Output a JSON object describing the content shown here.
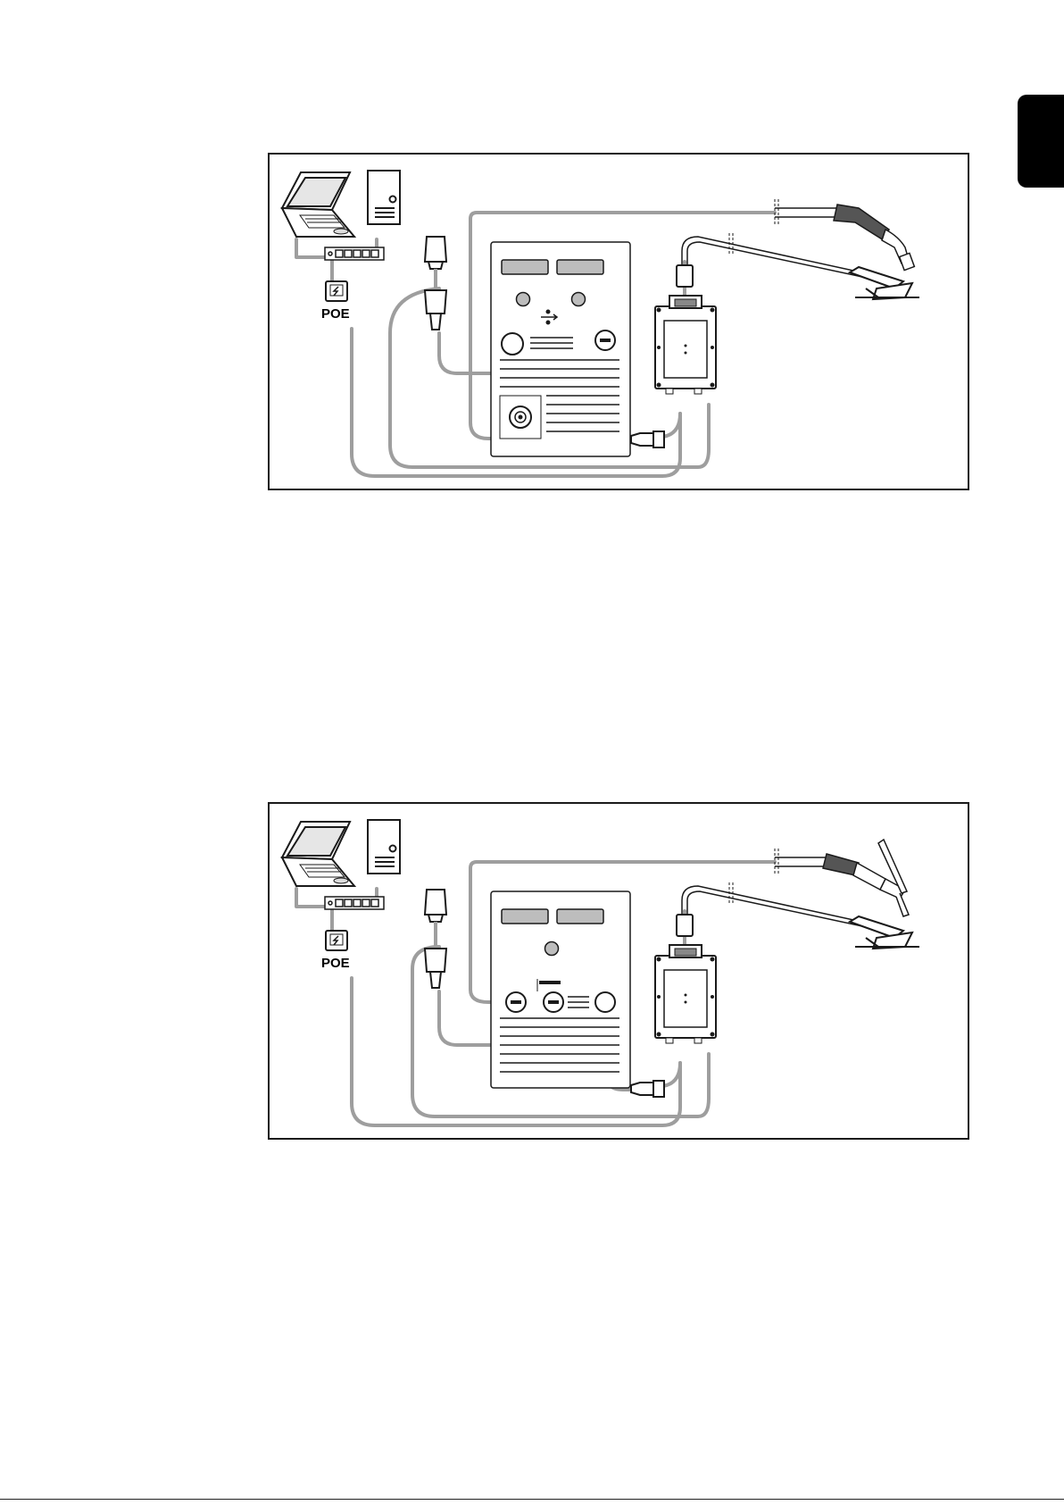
{
  "figures": [
    {
      "id": "fig-1",
      "variant": "mig-mag",
      "poe_label": "POE",
      "icons": [
        "laptop-icon",
        "pc-tower-icon",
        "network-switch-icon",
        "poe-injector-icon",
        "welding-power-source-icon",
        "interconnecting-cable-icon",
        "torch-hosepack-icon",
        "ground-clamp-icon",
        "workpiece-icon",
        "measurement-box-icon"
      ]
    },
    {
      "id": "fig-2",
      "variant": "tig",
      "poe_label": "POE",
      "icons": [
        "laptop-icon",
        "pc-tower-icon",
        "network-switch-icon",
        "poe-injector-icon",
        "welding-power-source-icon",
        "interconnecting-cable-icon",
        "tig-torch-icon",
        "ground-clamp-icon",
        "workpiece-icon",
        "measurement-box-icon"
      ]
    }
  ],
  "colors": {
    "cable": "#9e9e9e",
    "outline": "#1a1a1a",
    "panel": "#bdbdbd"
  }
}
